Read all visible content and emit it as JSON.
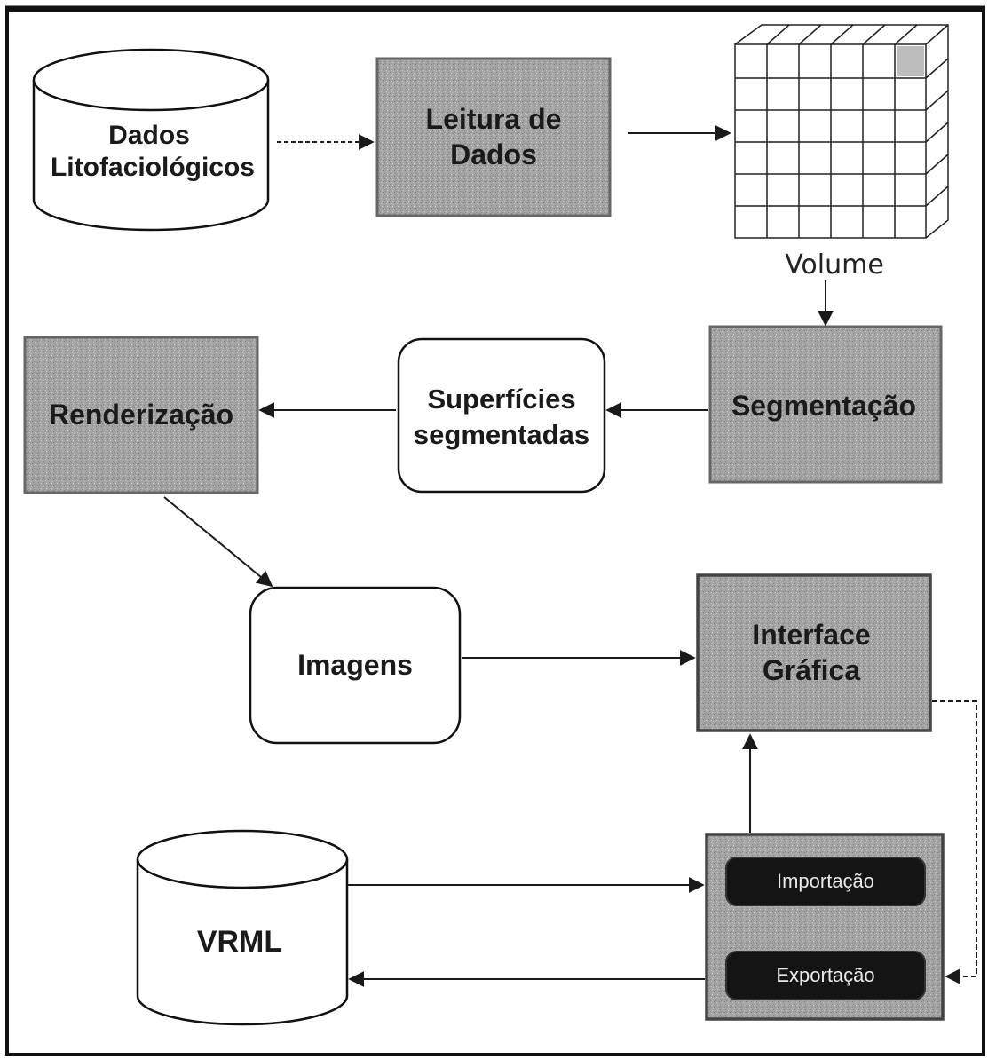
{
  "nodes": {
    "dados": {
      "line1": "Dados",
      "line2": "Litofaciológicos"
    },
    "leitura": {
      "line1": "Leitura de",
      "line2": "Dados"
    },
    "volume": {
      "label": "Volume"
    },
    "segmentacao": {
      "label": "Segmentação"
    },
    "superficies": {
      "line1": "Superfícies",
      "line2": "segmentadas"
    },
    "renderizacao": {
      "label": "Renderização"
    },
    "imagens": {
      "label": "Imagens"
    },
    "interface": {
      "line1": "Interface",
      "line2": "Gráfica"
    },
    "vrml": {
      "label": "VRML"
    },
    "importacao": {
      "label": "Importação"
    },
    "exportacao": {
      "label": "Exportação"
    }
  },
  "colors": {
    "box_fill": "#9a9a9a",
    "box_border": "#6a6a6a",
    "dark_button": "#141414",
    "line": "#1a1a1a"
  }
}
